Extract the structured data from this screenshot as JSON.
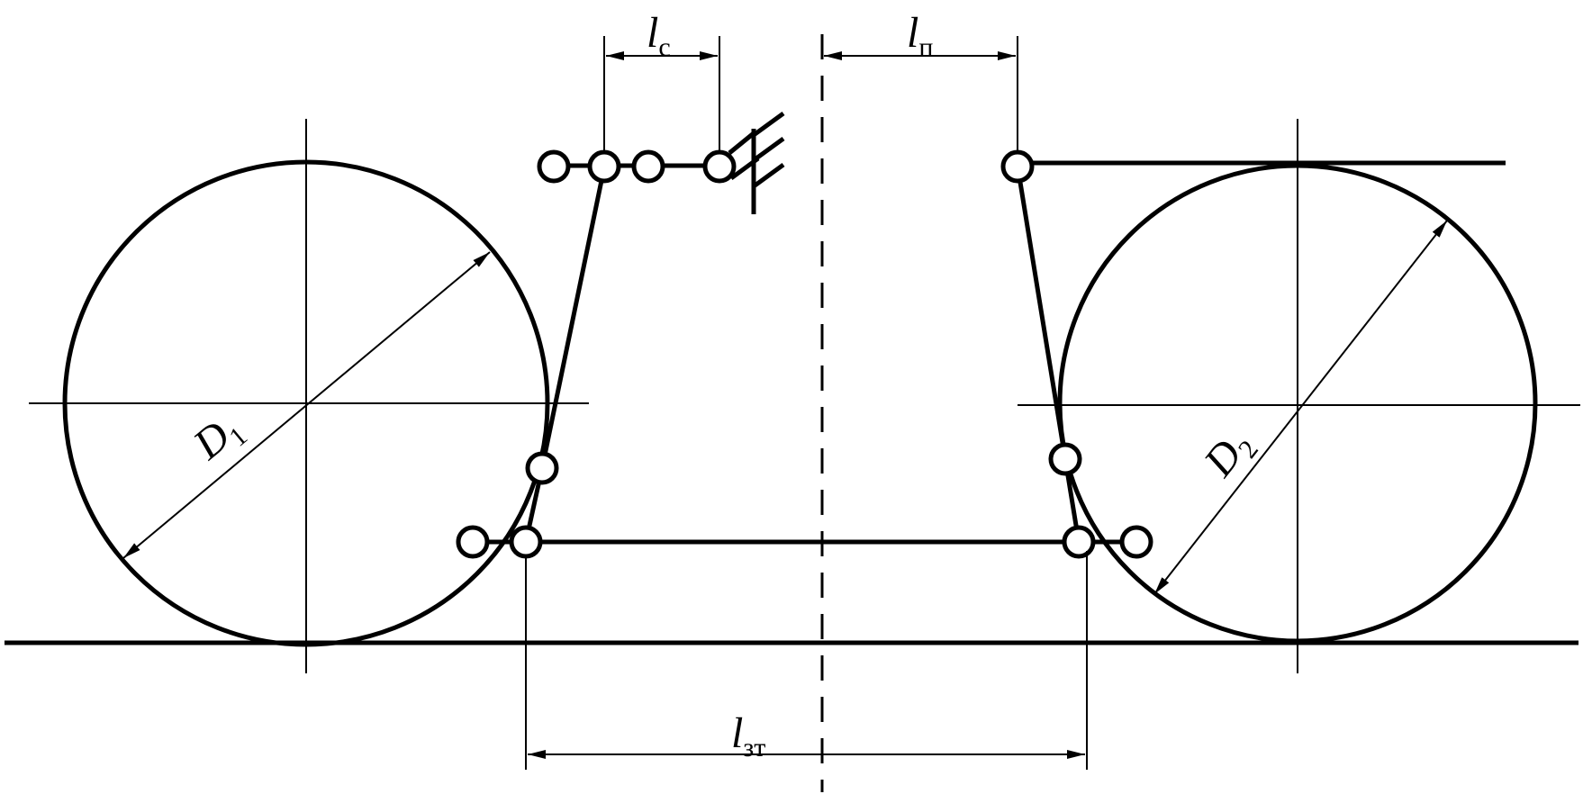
{
  "labels": {
    "l_c": {
      "main": "l",
      "sub": "с"
    },
    "l_p": {
      "main": "l",
      "sub": "п"
    },
    "l_zt": {
      "main": "l",
      "sub": "зт"
    },
    "d1": {
      "main": "D",
      "sub": "1"
    },
    "d2": {
      "main": "D",
      "sub": "2"
    }
  }
}
